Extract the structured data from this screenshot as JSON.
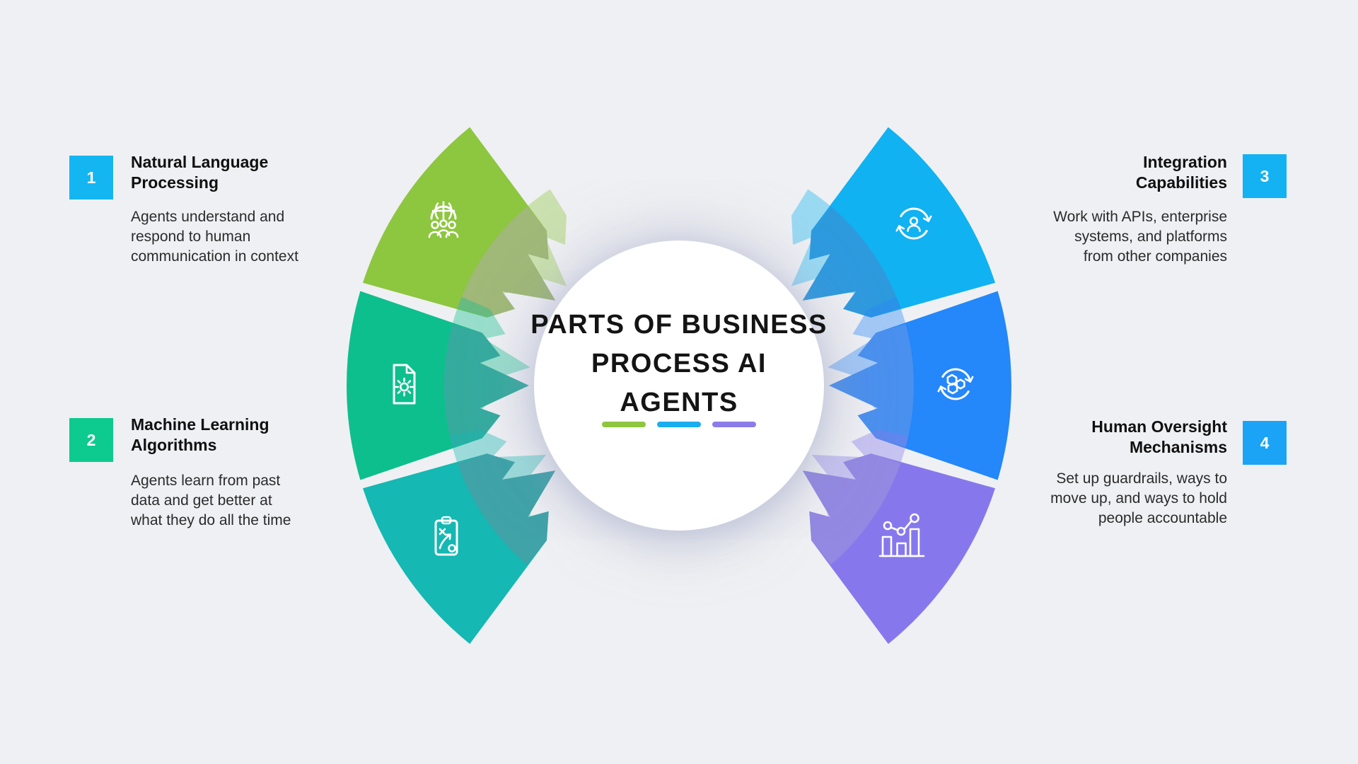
{
  "background_color": "#eff0f3",
  "center": {
    "title": "PARTS OF BUSINESS\nPROCESS AI\nAGENTS",
    "underline_colors": [
      "#8ec63f",
      "#1aaeef",
      "#8c7ce8"
    ]
  },
  "items": [
    {
      "number": "1",
      "badge_color": "#14b6f2",
      "title": "Natural Language\nProcessing",
      "description": "Agents understand and\nrespond to human\ncommunication in context"
    },
    {
      "number": "2",
      "badge_color": "#0dca8e",
      "title": "Machine Learning\nAlgorithms",
      "description": "Agents learn from past\ndata and get better at\nwhat they do all the time"
    },
    {
      "number": "3",
      "badge_color": "#14b2f2",
      "title": "Integration\nCapabilities",
      "description": "Work with APIs, enterprise\nsystems, and platforms\nfrom other companies"
    },
    {
      "number": "4",
      "badge_color": "#1ba4f5",
      "title": "Human Oversight\nMechanisms",
      "description": "Set up guardrails, ways to\nmove up, and ways to hold\npeople accountable"
    }
  ],
  "petals": [
    {
      "icon": "globe-people-icon",
      "label": "Natural Language Processing petal",
      "color": "#8dc63f",
      "band_color": "#a0b878"
    },
    {
      "icon": "document-gear-icon",
      "label": "Machine Learning Algorithms petal",
      "color": "#0dbf8d",
      "band_color": "#35ab9e"
    },
    {
      "icon": "strategy-clipboard-icon",
      "label": "Strategy clipboard petal",
      "color": "#15b8b2",
      "band_color": "#3fa3a8"
    },
    {
      "icon": "person-sync-icon",
      "label": "Integration Capabilities petal",
      "color": "#10b2f2",
      "band_color": "#2e9ade"
    },
    {
      "icon": "process-sync-icon",
      "label": "Process automation petal",
      "color": "#2487fa",
      "band_color": "#4a90ee"
    },
    {
      "icon": "analytics-icon",
      "label": "Human Oversight Mechanisms petal",
      "color": "#8678ec",
      "band_color": "#9389e2"
    }
  ]
}
